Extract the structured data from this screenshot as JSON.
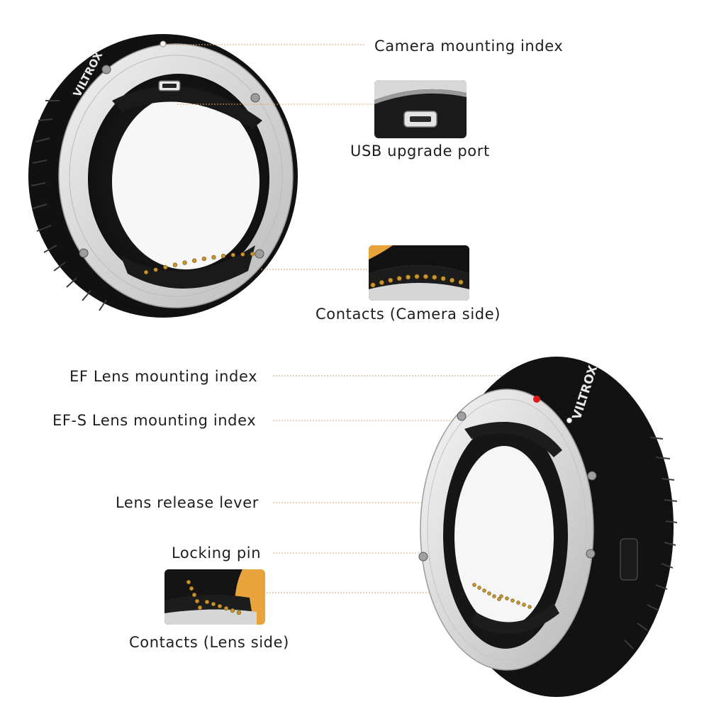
{
  "upper_adapter": {
    "brand_text": "VILTROX",
    "callouts": {
      "camera_mounting_index": "Camera mounting index",
      "usb_upgrade_port": "USB upgrade port",
      "contacts_camera_side": "Contacts (Camera side)"
    }
  },
  "lower_adapter": {
    "brand_text": "VILTROX",
    "callouts": {
      "ef_lens_mounting_index": "EF Lens mounting index",
      "efs_lens_mounting_index": "EF-S Lens mounting index",
      "lens_release_lever": "Lens release lever",
      "locking_pin": "Locking pin",
      "contacts_lens_side": "Contacts (Lens side)"
    }
  },
  "colors": {
    "leader_line": "#e0a070",
    "contact_pin": "#c9962a",
    "ring_black": "#151515",
    "ring_silver": "#dcdcdc",
    "index_red": "#e01818",
    "label_text": "#1e1e1e"
  }
}
